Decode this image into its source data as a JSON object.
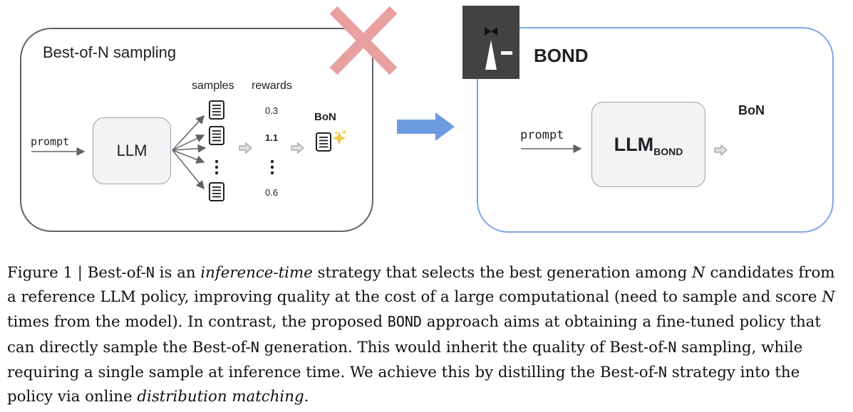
{
  "left_panel": {
    "title": "Best-of-N sampling",
    "prompt_label": "prompt",
    "llm_label": "LLM",
    "samples_header": "samples",
    "rewards_header": "rewards",
    "rewards": [
      "0.3",
      "1.1",
      "0.6"
    ],
    "bon_label": "BoN"
  },
  "right_panel": {
    "title": "BOND",
    "prompt_label": "prompt",
    "llm_label": "LLM",
    "llm_subscript": "BOND",
    "bon_label": "BoN"
  },
  "icons": {
    "cross": "red-x-cross",
    "arrow": "blue-right-arrow",
    "logo": "tuxedo-logo",
    "document": "document-icon",
    "sparkle": "sparkle-icon"
  },
  "colors": {
    "cross": "#e8a0a0",
    "arrow": "#6d9be0",
    "right_border": "#7fa6e8",
    "left_border": "#5f6368",
    "logo_bg": "#424242"
  },
  "caption": {
    "p1": "Figure 1 | Best-of-",
    "n1": "N",
    "p2": " is an ",
    "em1": "inference-time",
    "p3": " strategy that selects the best generation among ",
    "n2": "N",
    "p4": " candidates from a reference LLM policy, improving quality at the cost of a large computational (need to sample and score ",
    "n3": "N",
    "p5": " times from the model). In contrast, the proposed ",
    "bond": "BOND",
    "p6": " approach aims at obtaining a fine-tuned policy that can directly sample the Best-of-",
    "n4": "N",
    "p7": " generation. This would inherit the quality of Best-of-",
    "n5": "N",
    "p8": " sampling, while requiring a single sample at inference time. We achieve this by distilling the Best-of-",
    "n6": "N",
    "p9": " strategy into the policy via online ",
    "em2": "distribution matching",
    "p10": "."
  }
}
